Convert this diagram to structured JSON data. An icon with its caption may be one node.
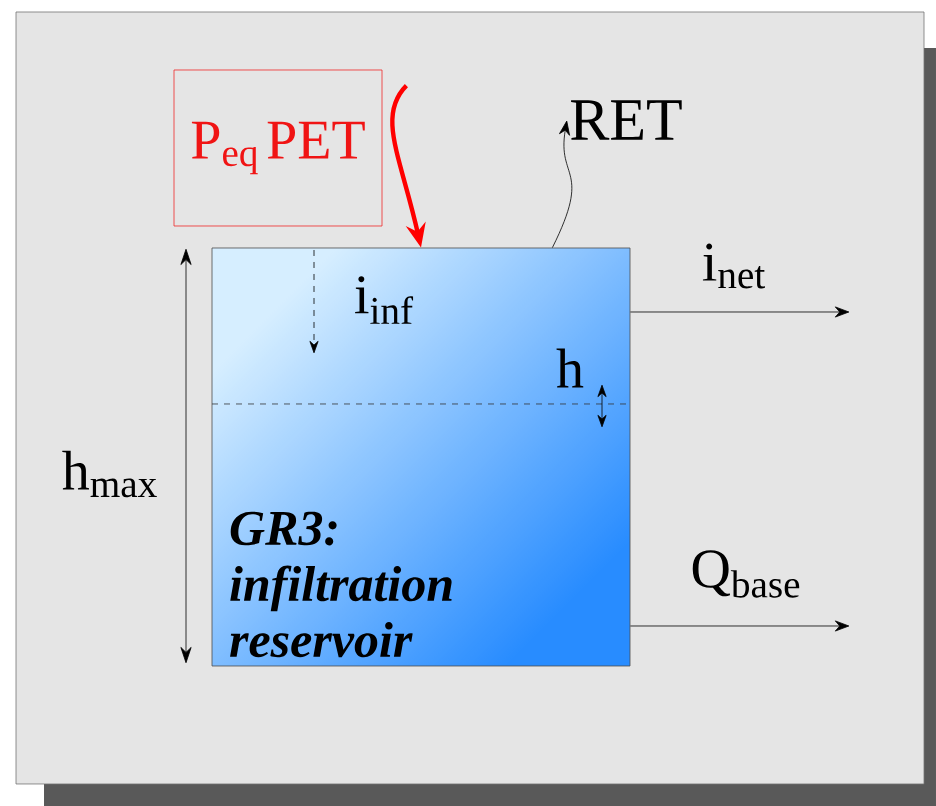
{
  "diagram": {
    "nodes": [
      {
        "text": [
          "P$_{eq}$ PET"
        ]
      },
      {
        "text": [
          "GR3: infiltration reservoir"
        ]
      },
      {
        "text": [
          "RET"
        ]
      }
    ],
    "edges": [
      {
        "from": 0,
        "to": 1,
        "arrow": "to",
        "style": "thick",
        "color": "#ff0000"
      },
      {
        "from": 1,
        "to": 2,
        "arrow": "to"
      },
      {
        "from": 1,
        "to": null,
        "arrow": "to",
        "label": "i$_{net}$"
      },
      {
        "from": 1,
        "to": null,
        "arrow": "to",
        "label": "Q$_{base}$"
      }
    ],
    "labels": [
      "i$_{inf}$",
      "h",
      "h$_{max}$"
    ]
  }
}
